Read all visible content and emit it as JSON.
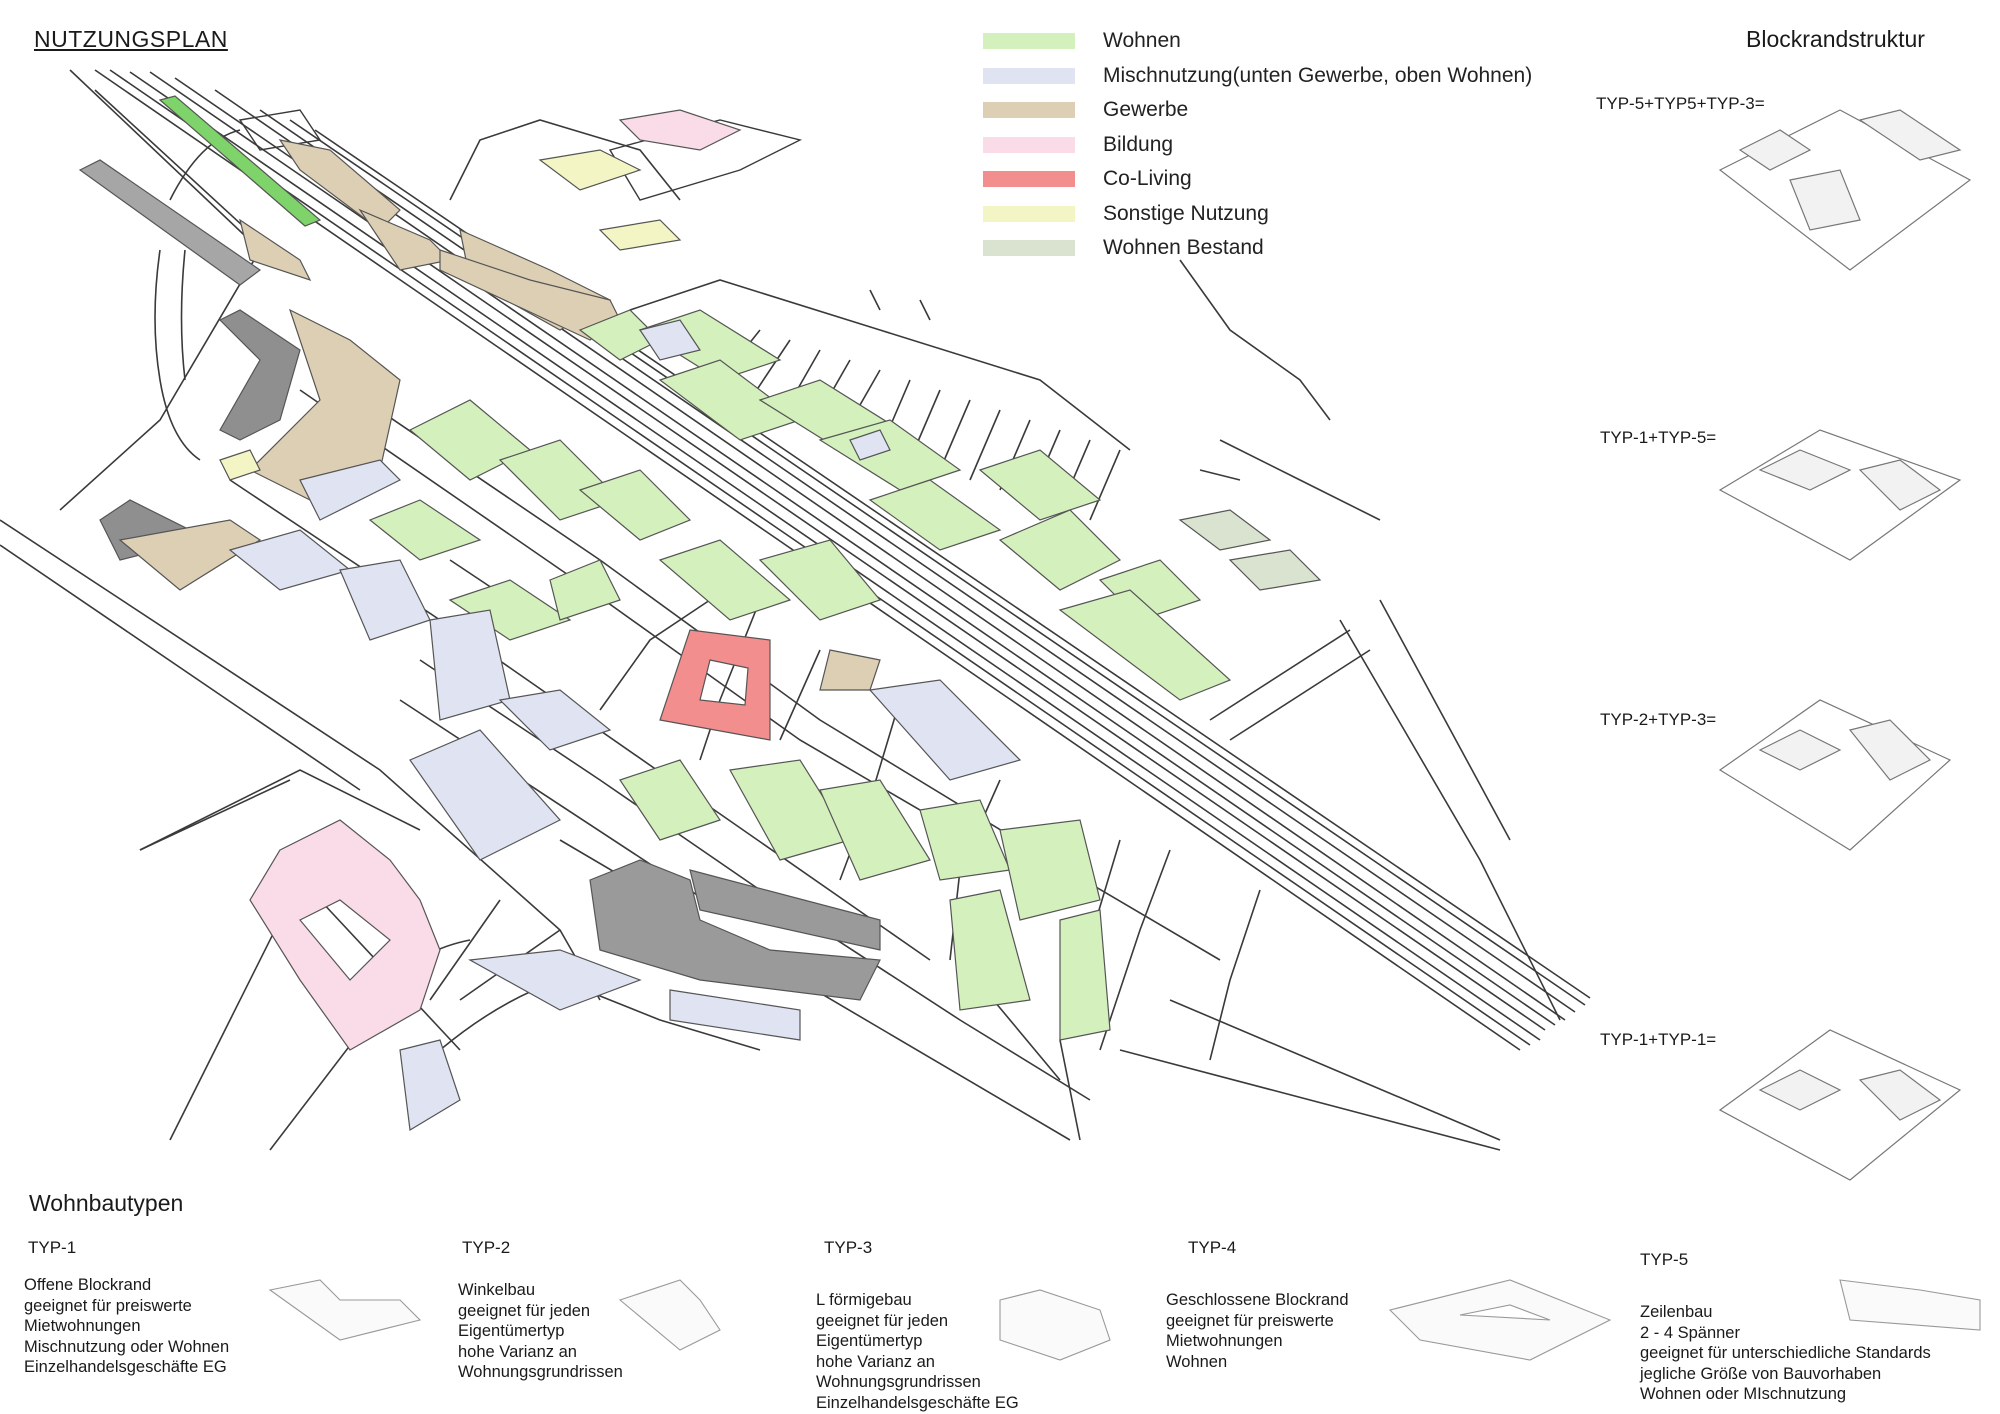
{
  "title": "NUTZUNGSPLAN",
  "legend": [
    {
      "label": "Wohnen",
      "color": "#d4f0bd"
    },
    {
      "label": "Mischnutzung(unten Gewerbe, oben Wohnen)",
      "color": "#dfe3f2"
    },
    {
      "label": "Gewerbe",
      "color": "#ddcfb4"
    },
    {
      "label": "Bildung",
      "color": "#fadbe8"
    },
    {
      "label": "Co-Living",
      "color": "#f28e8e"
    },
    {
      "label": "Sonstige Nutzung",
      "color": "#f4f5c4"
    },
    {
      "label": "Wohnen Bestand",
      "color": "#d9e3d0"
    }
  ],
  "blockrand": {
    "title": "Blockrandstruktur",
    "labels": [
      "TYP-5+TYP5+TYP-3=",
      "TYP-1+TYP-5=",
      "TYP-2+TYP-3=",
      "TYP-1+TYP-1="
    ]
  },
  "wohnbautypen": {
    "title": "Wohnbautypen",
    "types": [
      {
        "name": "TYP-1",
        "lines": [
          "Offene Blockrand",
          "geeignet für preiswerte",
          "Mietwohnungen",
          "Mischnutzung oder Wohnen",
          "Einzelhandelsgeschäfte EG"
        ]
      },
      {
        "name": "TYP-2",
        "lines": [
          "Winkelbau",
          "geeignet für jeden",
          "Eigentümertyp",
          "hohe Varianz an",
          "Wohnungsgrundrissen"
        ]
      },
      {
        "name": "TYP-3",
        "lines": [
          "L förmigebau",
          "geeignet für jeden",
          "Eigentümertyp",
          "hohe Varianz an",
          "Wohnungsgrundrissen",
          "Einzelhandelsgeschäfte EG"
        ]
      },
      {
        "name": "TYP-4",
        "lines": [
          "Geschlossene Blockrand",
          "geeignet für preiswerte",
          "Mietwohnungen",
          "Wohnen"
        ]
      },
      {
        "name": "TYP-5",
        "lines": [
          "Zeilenbau",
          "2 - 4 Spänner",
          "geeignet für unterschiedliche Standards",
          "jegliche Größe von Bauvorhaben",
          "Wohnen oder MIschnutzung"
        ]
      }
    ]
  }
}
